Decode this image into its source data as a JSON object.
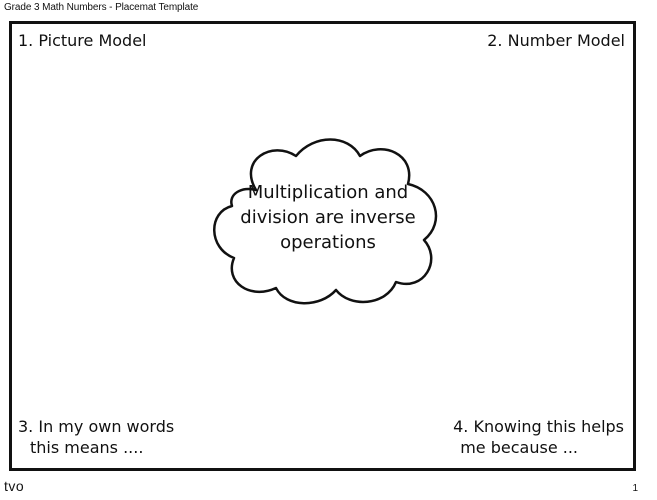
{
  "document": {
    "title": "Grade 3 Math Numbers - Placemat Template",
    "page_number": "1"
  },
  "placemat": {
    "quadrants": {
      "top_left": {
        "label": "1. Picture Model"
      },
      "top_right": {
        "label": "2. Number Model"
      },
      "bottom_left": {
        "line1": "3. In my own words",
        "line2": "this means ...."
      },
      "bottom_right": {
        "line1": "4. Knowing this helps",
        "line2": "me because ..."
      }
    },
    "center": {
      "line1": "Multiplication and",
      "line2": "division are inverse",
      "line3": "operations"
    }
  },
  "footer": {
    "logo": "tvo"
  },
  "colors": {
    "ink": "#111111",
    "background": "#ffffff"
  }
}
